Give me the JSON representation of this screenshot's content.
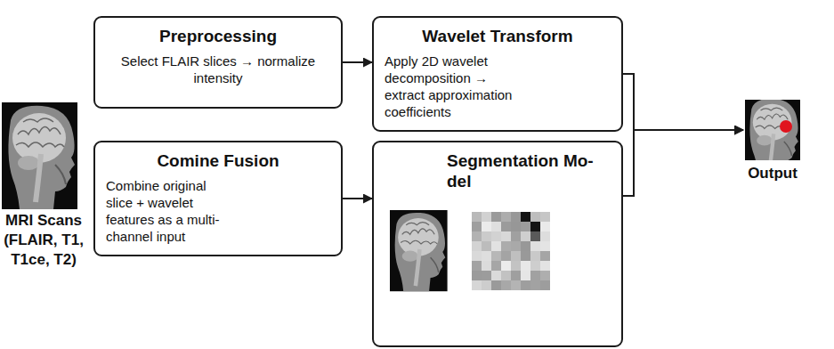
{
  "diagram": {
    "nodes": [
      {
        "text": [
          "MRI Scans (FLAIR, T1, T1ce, T2)"
        ]
      },
      {
        "text": [
          "Preprocessing",
          "Select FLAIR slices → normalize intensity"
        ]
      },
      {
        "text": [
          "Wavelet Transform",
          "Apply 2D wavelet decomposition → extract approximation coefficients"
        ]
      },
      {
        "text": [
          "Comine Fusion",
          "Combine original slice + wavelet features as a multi-channel input"
        ]
      },
      {
        "text": [
          "Segmentation Mo- del"
        ]
      },
      {
        "text": [
          "Output"
        ]
      }
    ],
    "edges": [
      {
        "from": 1,
        "to": 2,
        "arrow": "to"
      },
      {
        "from": 3,
        "to": 4,
        "arrow": "to"
      },
      {
        "from": 2,
        "to": 5,
        "arrow": "to"
      },
      {
        "from": 4,
        "to": 5,
        "arrow": "to"
      }
    ]
  }
}
